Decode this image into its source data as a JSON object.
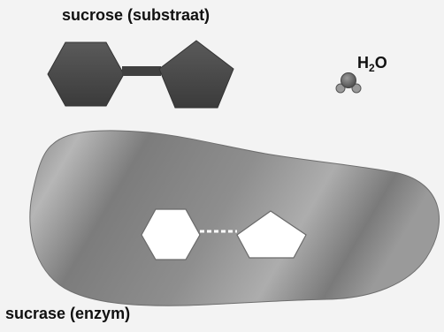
{
  "labels": {
    "substrate": "sucrose (substraat)",
    "enzyme": "sucrase (enzym)"
  },
  "water": {
    "symbol": "H",
    "subscript": "2",
    "suffix": "O"
  },
  "colors": {
    "background": "#f3f3f3",
    "molecule_fill": "#4d4d4d",
    "enzyme_fill": "#858585",
    "enzyme_highlight": "#b3b3b3",
    "text": "#111111"
  },
  "icons": [
    "hexagon-shape",
    "pentagon-shape",
    "water-molecule-icon",
    "enzyme-blob-shape"
  ]
}
